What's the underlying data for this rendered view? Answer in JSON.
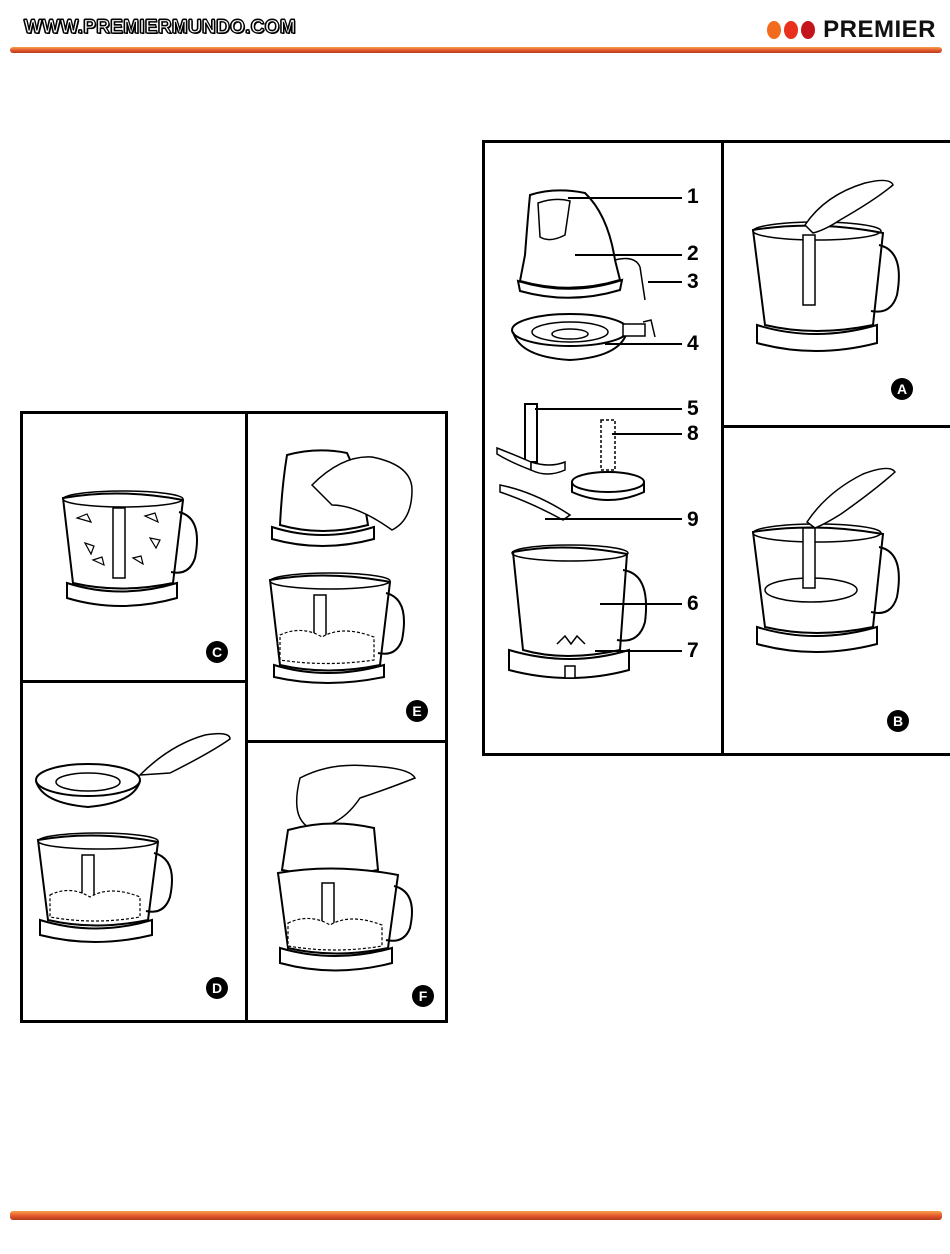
{
  "header": {
    "website": "WWW.PREMIERMUNDO.COM",
    "brand": "PREMIER",
    "brand_dot_colors": [
      "#f26b1d",
      "#e8301c",
      "#c4151c"
    ]
  },
  "diagram": {
    "parts": {
      "p1": "1",
      "p2": "2",
      "p3": "3",
      "p4": "4",
      "p5": "5",
      "p6": "6",
      "p7": "7",
      "p8": "8",
      "p9": "9"
    },
    "steps": {
      "a": "A",
      "b": "B",
      "c": "C",
      "d": "D",
      "e": "E",
      "f": "F"
    }
  },
  "colors": {
    "accent_top": "#f7a04a",
    "accent_bottom": "#b23a1a"
  }
}
